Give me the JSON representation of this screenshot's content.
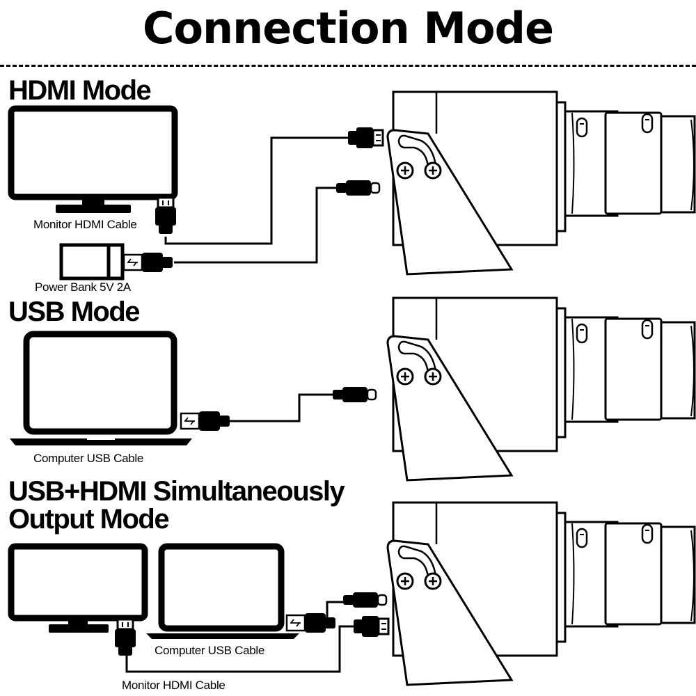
{
  "title": "Connection Mode",
  "sections": [
    {
      "heading": "HDMI Mode",
      "labels": [
        "Monitor HDMI Cable",
        "Power Bank 5V 2A"
      ]
    },
    {
      "heading": "USB Mode",
      "labels": [
        "Computer USB Cable"
      ]
    },
    {
      "heading_lines": [
        "USB+HDMI Simultaneously",
        "Output Mode"
      ],
      "labels": [
        "Computer USB Cable",
        "Monitor HDMI Cable"
      ]
    }
  ],
  "icons": [
    "monitor-icon",
    "laptop-icon",
    "power-bank-icon",
    "camera-icon",
    "hdmi-plug-icon",
    "usb-a-plug-icon",
    "usb-c-plug-icon"
  ]
}
